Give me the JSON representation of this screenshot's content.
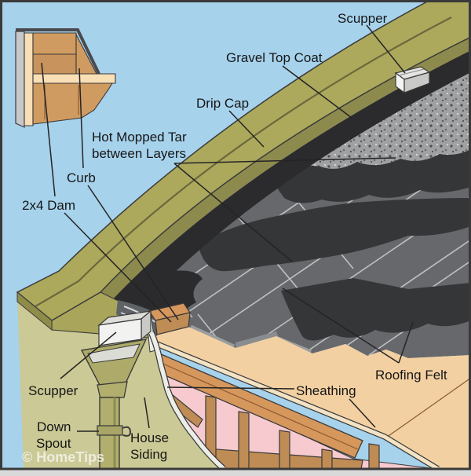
{
  "diagram": {
    "subject": "Tar-and-gravel flat roof construction cutaway",
    "watermark": "© HomeTips"
  },
  "labels": {
    "scupper_top": "Scupper",
    "gravel_top_coat": "Gravel Top Coat",
    "drip_cap": "Drip Cap",
    "hot_mopped_tar_line1": "Hot Mopped Tar",
    "hot_mopped_tar_line2": "between Layers",
    "curb": "Curb",
    "dam": "2x4 Dam",
    "scupper_bottom": "Scupper",
    "down_spout_line1": "Down",
    "down_spout_line2": "Spout",
    "house_siding_line1": "House",
    "house_siding_line2": "Siding",
    "sheathing": "Sheathing",
    "roofing_felt": "Roofing Felt"
  },
  "colors": {
    "sky": "#A7D2EC",
    "cap_top": "#ACA95D",
    "cap_groove": "#6B683C",
    "cap_inner_face": "#8D8A4D",
    "siding": "#CBC995",
    "downspout": "#B2AF6E",
    "felt": "#66686B",
    "tar": "#353638",
    "tar_dark": "#2B2B2D",
    "gravel": "#A0A1A3",
    "sheathing": "#F3D0A2",
    "wood": "#D6975D",
    "framing": "#C08C55",
    "insulation": "#F6CACF",
    "text": "#161616"
  }
}
